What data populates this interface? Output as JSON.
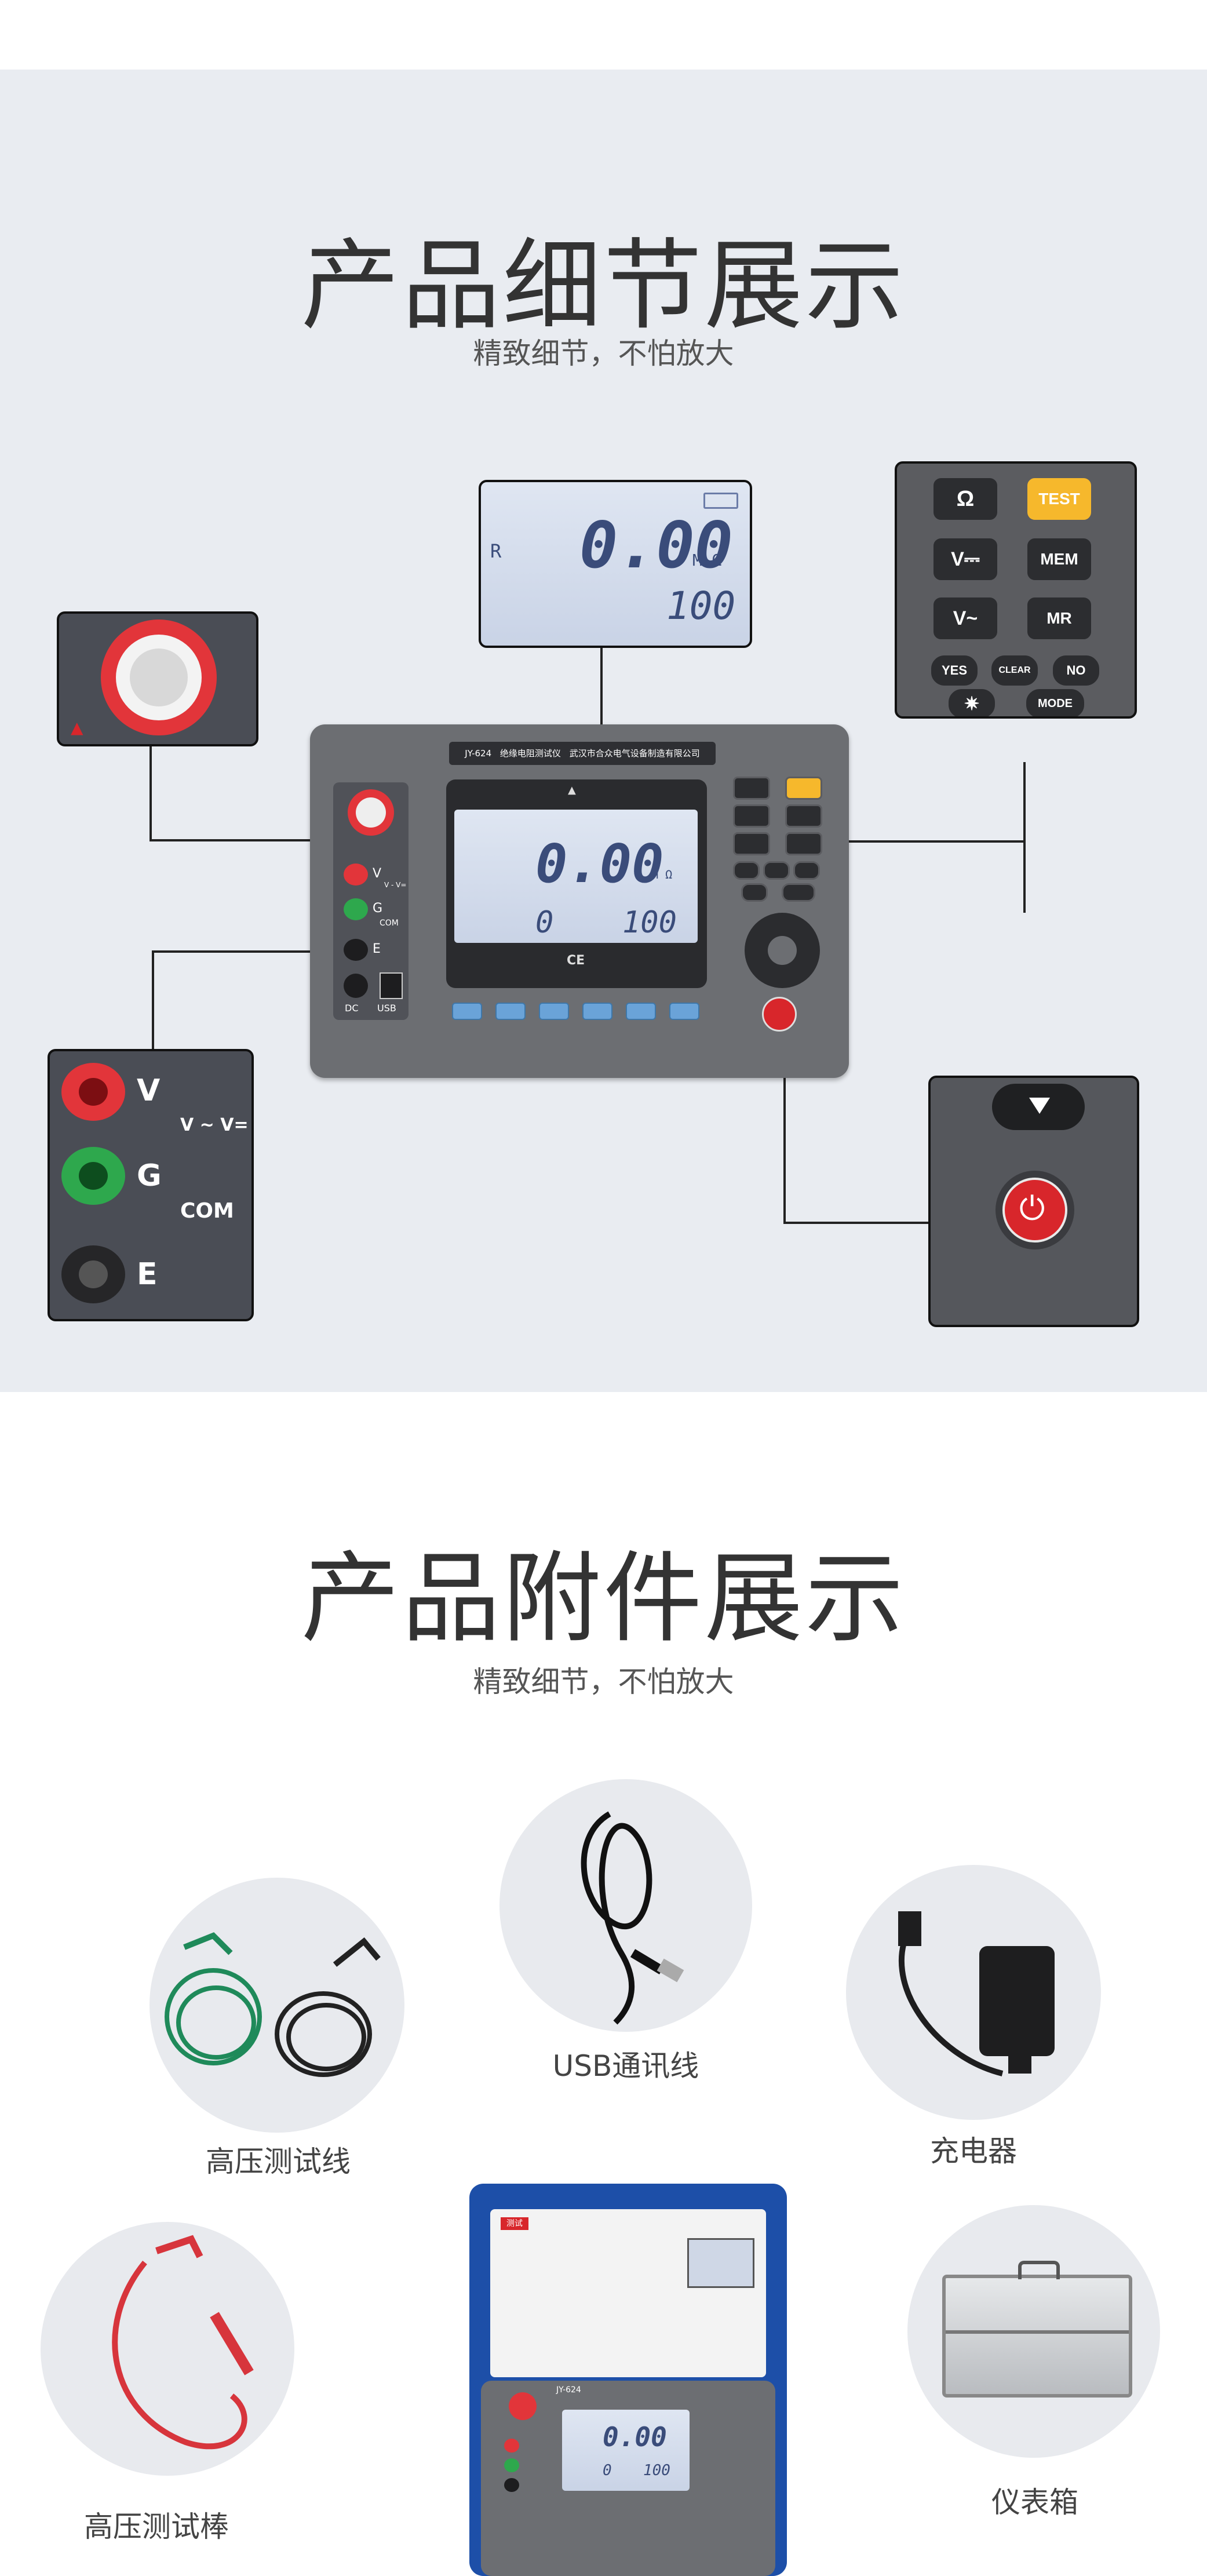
{
  "section_detail": {
    "title": "产品细节展示",
    "subtitle": "精致细节，不怕放大",
    "device": {
      "model_label": "JY-624",
      "name_label": "绝缘电阻测试仪",
      "maker_label": "武汉市合众电气设备制造有限公司",
      "lcd_reading": "0.00",
      "lcd_unit": "M Ω",
      "lcd_left": "0",
      "lcd_right": "100",
      "ce_mark": "CE",
      "warning_symbol": "▲",
      "port_dc": "DC",
      "port_usb": "USB",
      "terminal_v": "V",
      "terminal_g": "G",
      "terminal_e": "E",
      "com_label": "COM",
      "vv_label": "V - V="
    },
    "zoom_lcd": {
      "reading": "0.00",
      "unit": "M Ω",
      "r_label": "R",
      "value": "100"
    },
    "zoom_keys": {
      "ohm": "Ω",
      "test": "TEST",
      "vdc": "V⎓",
      "mem": "MEM",
      "vac": "V~",
      "mr": "MR",
      "yes": "YES",
      "clear": "CLEAR",
      "no": "NO",
      "light": "✷",
      "mode": "MODE"
    },
    "zoom_terminals": {
      "v": "V",
      "g": "G",
      "e": "E",
      "com": "COM",
      "vv": "V ~ V="
    },
    "colors": {
      "bg": "#e9ecf1",
      "lcd": "#c9d3e6",
      "test_key": "#f6b82c",
      "power": "#d8262b"
    }
  },
  "section_accessories": {
    "title": "产品附件展示",
    "subtitle": "精致细节，不怕放大",
    "items": [
      {
        "label": "高压测试线"
      },
      {
        "label": "USB通讯线"
      },
      {
        "label": "充电器"
      },
      {
        "label": "高压测试棒"
      },
      {
        "label": "仪表箱"
      }
    ],
    "case_lid_tag": "测试",
    "case_model": "JY-624",
    "case_reading": "0.00",
    "case_left": "0",
    "case_right": "100"
  }
}
